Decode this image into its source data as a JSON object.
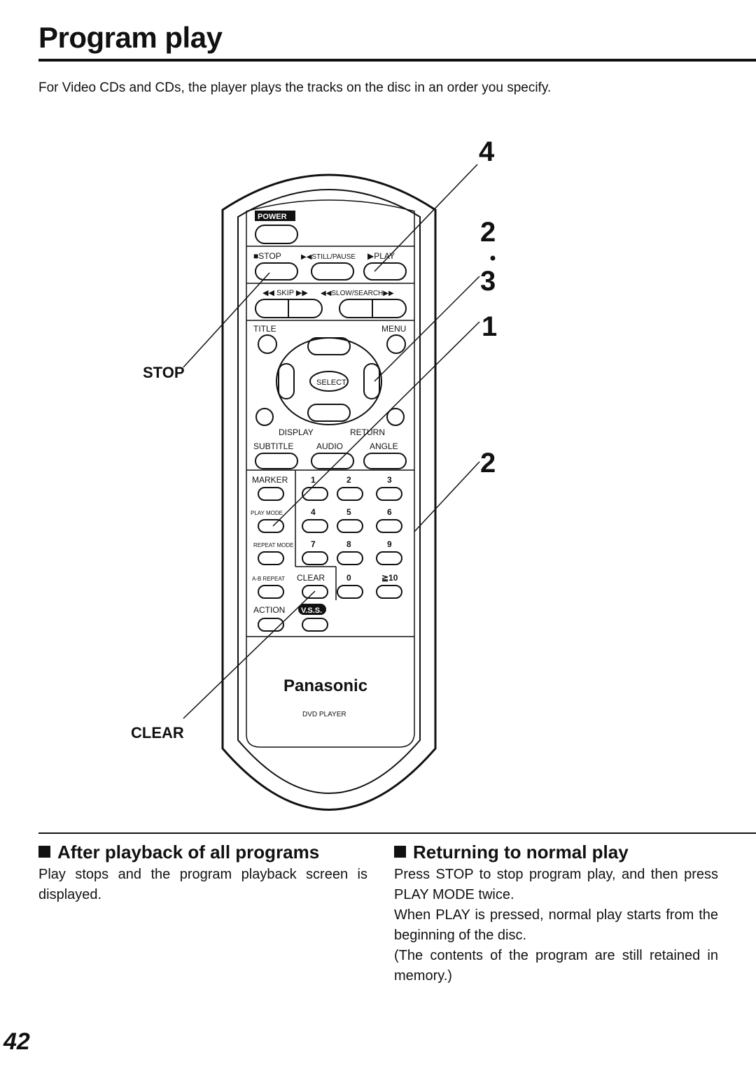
{
  "page": {
    "title": "Program play",
    "intro": "For Video CDs and CDs, the player plays the tracks on the disc in an order you specify.",
    "page_number": "42"
  },
  "figure": {
    "step_labels": [
      "4",
      "2",
      "3",
      "1",
      "2"
    ],
    "callout_stop": "STOP",
    "callout_clear": "CLEAR",
    "remote": {
      "power": "POWER",
      "stop": "■STOP",
      "still_pause": "▶◀STILL/PAUSE",
      "play": "▶PLAY",
      "skip": "◀◀ SKIP ▶▶",
      "slow_search": "◀◀SLOW/SEARCH▶▶",
      "title": "TITLE",
      "menu": "MENU",
      "select": "SELECT",
      "display": "DISPLAY",
      "return": "RETURN",
      "subtitle": "SUBTITLE",
      "audio": "AUDIO",
      "angle": "ANGLE",
      "marker": "MARKER",
      "play_mode": "PLAY MODE",
      "repeat_mode": "REPEAT MODE",
      "ab_repeat": "A-B REPEAT",
      "clear": "CLEAR",
      "action": "ACTION",
      "vss": "V.S.S.",
      "digits": [
        "1",
        "2",
        "3",
        "4",
        "5",
        "6",
        "7",
        "8",
        "9",
        "0"
      ],
      "ten_plus": "≧10",
      "brand": "Panasonic",
      "model": "DVD PLAYER"
    }
  },
  "sections": {
    "after": {
      "heading": "After playback of all programs",
      "body": "Play stops and the program playback screen is displayed."
    },
    "returning": {
      "heading": "Returning to normal play",
      "p1": "Press STOP to stop program play, and then press PLAY MODE twice.",
      "p2": "When PLAY is pressed, normal play starts from the beginning of the disc.",
      "p3": "(The contents of the program are still retained in memory.)"
    }
  }
}
